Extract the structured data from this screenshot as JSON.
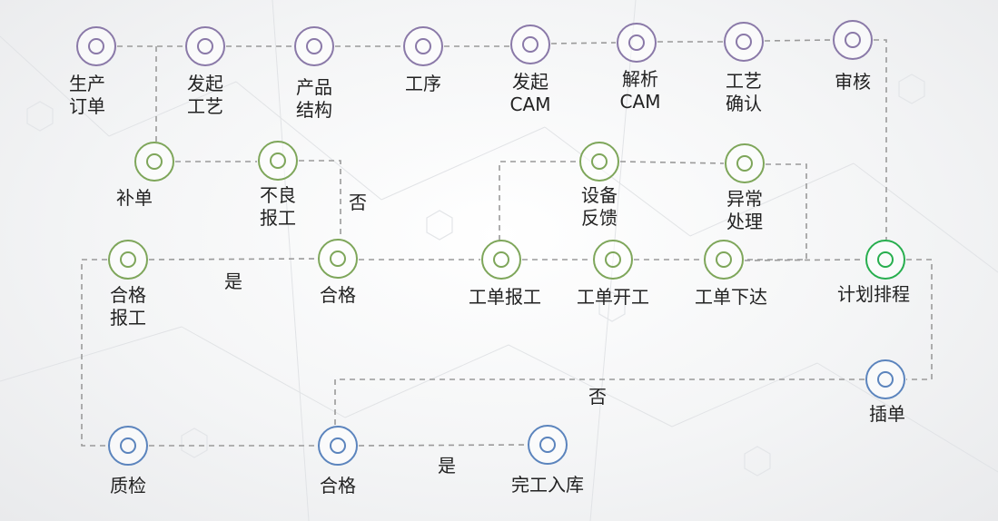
{
  "nodes": [
    {
      "id": "order",
      "label": "生产\n订单",
      "color": "purple"
    },
    {
      "id": "start_proc",
      "label": "发起\n工艺",
      "color": "purple"
    },
    {
      "id": "structure",
      "label": "产品\n结构",
      "color": "purple"
    },
    {
      "id": "process",
      "label": "工序",
      "color": "purple"
    },
    {
      "id": "start_cam",
      "label": "发起\nCAM",
      "color": "purple"
    },
    {
      "id": "parse_cam",
      "label": "解析\nCAM",
      "color": "purple"
    },
    {
      "id": "confirm",
      "label": "工艺\n确认",
      "color": "purple"
    },
    {
      "id": "audit",
      "label": "审核",
      "color": "purple"
    },
    {
      "id": "reissue",
      "label": "补单",
      "color": "green"
    },
    {
      "id": "defect",
      "label": "不良\n报工",
      "color": "green"
    },
    {
      "id": "equip",
      "label": "设备\n反馈",
      "color": "green"
    },
    {
      "id": "exception",
      "label": "异常\n处理",
      "color": "green"
    },
    {
      "id": "ok_report",
      "label": "合格\n报工",
      "color": "green"
    },
    {
      "id": "pass1",
      "label": "合格",
      "color": "green"
    },
    {
      "id": "wo_report",
      "label": "工单报工",
      "color": "green"
    },
    {
      "id": "wo_start",
      "label": "工单开工",
      "color": "green"
    },
    {
      "id": "wo_issue",
      "label": "工单下达",
      "color": "green"
    },
    {
      "id": "schedule",
      "label": "计划排程",
      "color": "lime"
    },
    {
      "id": "insert",
      "label": "插单",
      "color": "blue"
    },
    {
      "id": "qc",
      "label": "质检",
      "color": "blue"
    },
    {
      "id": "pass2",
      "label": "合格",
      "color": "blue"
    },
    {
      "id": "stock",
      "label": "完工入库",
      "color": "blue"
    }
  ],
  "annotations": [
    {
      "id": "no1",
      "text": "否"
    },
    {
      "id": "yes1",
      "text": "是"
    },
    {
      "id": "no2",
      "text": "否"
    },
    {
      "id": "yes2",
      "text": "是"
    }
  ],
  "colors": {
    "purple": "#8a79a8",
    "green": "#7ea65a",
    "lime": "#27ae4e",
    "blue": "#5b84bd",
    "connector": "#9a9a9a"
  }
}
